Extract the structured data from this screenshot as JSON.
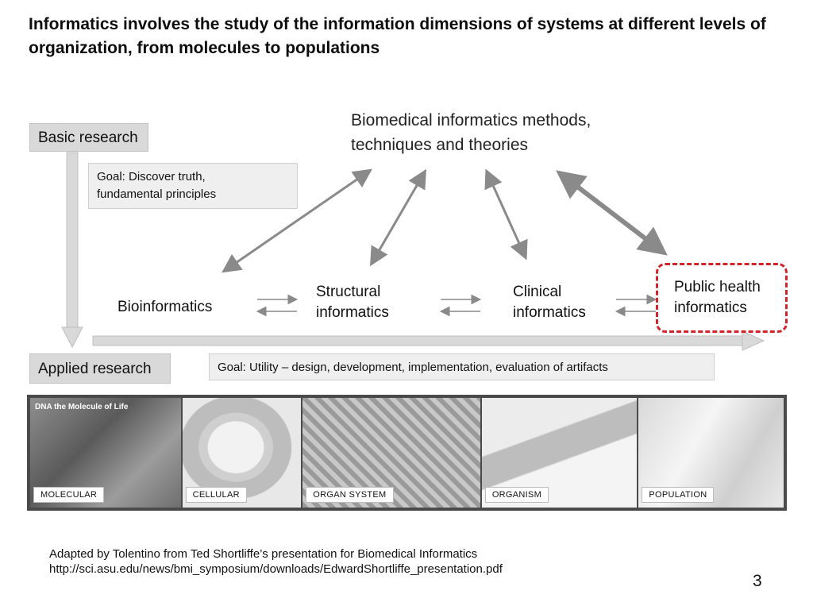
{
  "title": "Informatics involves the study of the information dimensions of systems at different levels of organization, from molecules to populations",
  "methods": {
    "line1": "Biomedical informatics methods,",
    "line2": "techniques and theories"
  },
  "basic_research": "Basic research",
  "applied_research": "Applied research",
  "goal_basic": {
    "line1": "Goal: Discover truth,",
    "line2": "fundamental principles"
  },
  "goal_applied": "Goal: Utility – design, development, implementation, evaluation of artifacts",
  "nodes": {
    "bioinformatics": "Bioinformatics",
    "structural": {
      "line1": "Structural",
      "line2": "informatics"
    },
    "clinical": {
      "line1": "Clinical",
      "line2": "informatics"
    },
    "public_health": {
      "line1": "Public health",
      "line2": "informatics"
    }
  },
  "strip": {
    "dna_caption": "DNA the Molecule of Life",
    "labels": [
      "MOLECULAR",
      "CELLULAR",
      "ORGAN SYSTEM",
      "ORGANISM",
      "POPULATION"
    ]
  },
  "credit": {
    "line1": "Adapted by Tolentino from Ted Shortliffe’s presentation for Biomedical Informatics",
    "line2": "http://sci.asu.edu/news/bmi_symposium/downloads/EdwardShortliffe_presentation.pdf"
  },
  "page_number": "3",
  "colors": {
    "highlight": "#d0232a",
    "arrow": "#8a8a8a",
    "box": "#d9d9d9"
  }
}
